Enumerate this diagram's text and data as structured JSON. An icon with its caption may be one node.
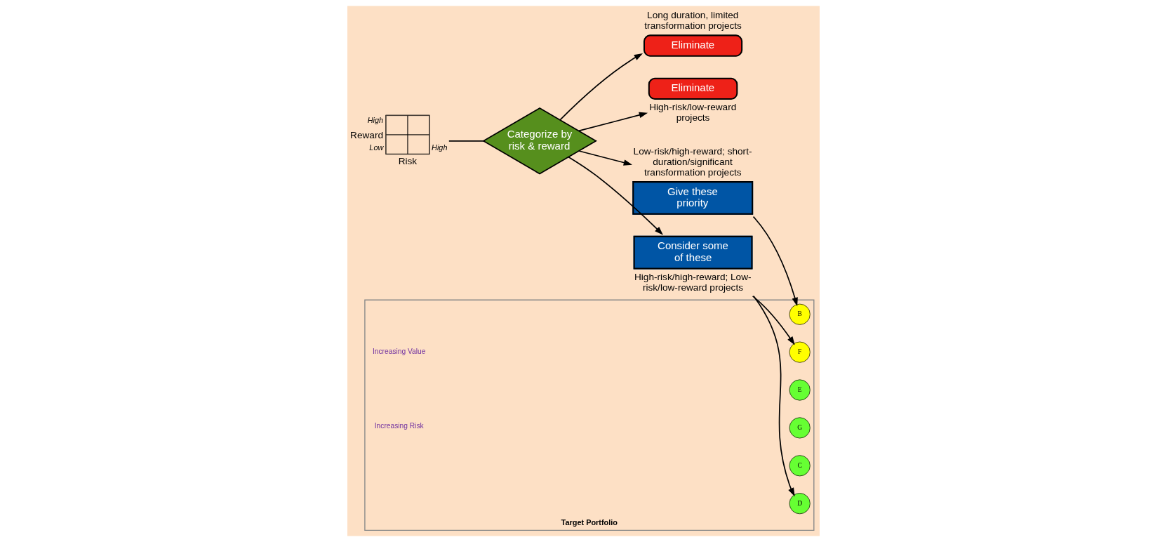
{
  "diagram": {
    "nodes": [
      {
        "text": [],
        "shape": "box",
        "beside": [
          "High",
          "Reward",
          "Low",
          "High",
          "Risk"
        ]
      },
      {
        "text": [
          "Categorize by risk & reward"
        ]
      },
      {
        "text": [
          "Eliminate"
        ],
        "beside": [
          "Long duration, limited transformation projects"
        ]
      },
      {
        "text": [
          "Eliminate"
        ],
        "beside": [
          "High-risk/low-reward projects"
        ]
      },
      {
        "text": [
          "Give these priority"
        ],
        "beside": [
          "Low-risk/high-reward; short-duration/significant transformation projects"
        ]
      },
      {
        "text": [
          "Consider some of these"
        ],
        "beside": [
          "High-risk/high-reward; Low-risk/low-reward projects"
        ]
      },
      {
        "text": [
          "Target Portfolio"
        ]
      },
      {
        "text": [
          "B"
        ],
        "in": 6
      },
      {
        "text": [
          "F"
        ],
        "in": 6
      },
      {
        "text": [
          "E"
        ],
        "in": 6
      },
      {
        "text": [
          "G"
        ],
        "in": 6
      },
      {
        "text": [
          "C"
        ],
        "in": 6
      },
      {
        "text": [
          "D"
        ],
        "in": 6
      }
    ],
    "edges": [
      {
        "from": 0,
        "to": 1,
        "arrow": "none"
      },
      {
        "from": 1,
        "to": 2,
        "arrow": "to"
      },
      {
        "from": 1,
        "to": 3,
        "arrow": "to"
      },
      {
        "from": 1,
        "to": 4,
        "arrow": "to"
      },
      {
        "from": 1,
        "to": 5,
        "arrow": "to"
      },
      {
        "from": 4,
        "to": 7,
        "arrow": "to"
      },
      {
        "from": 5,
        "to": 12,
        "arrow": "to"
      },
      {
        "from": 5,
        "to": 8,
        "arrow": "to"
      }
    ],
    "labels": [
      "Increasing Value",
      "Increasing Risk"
    ]
  }
}
